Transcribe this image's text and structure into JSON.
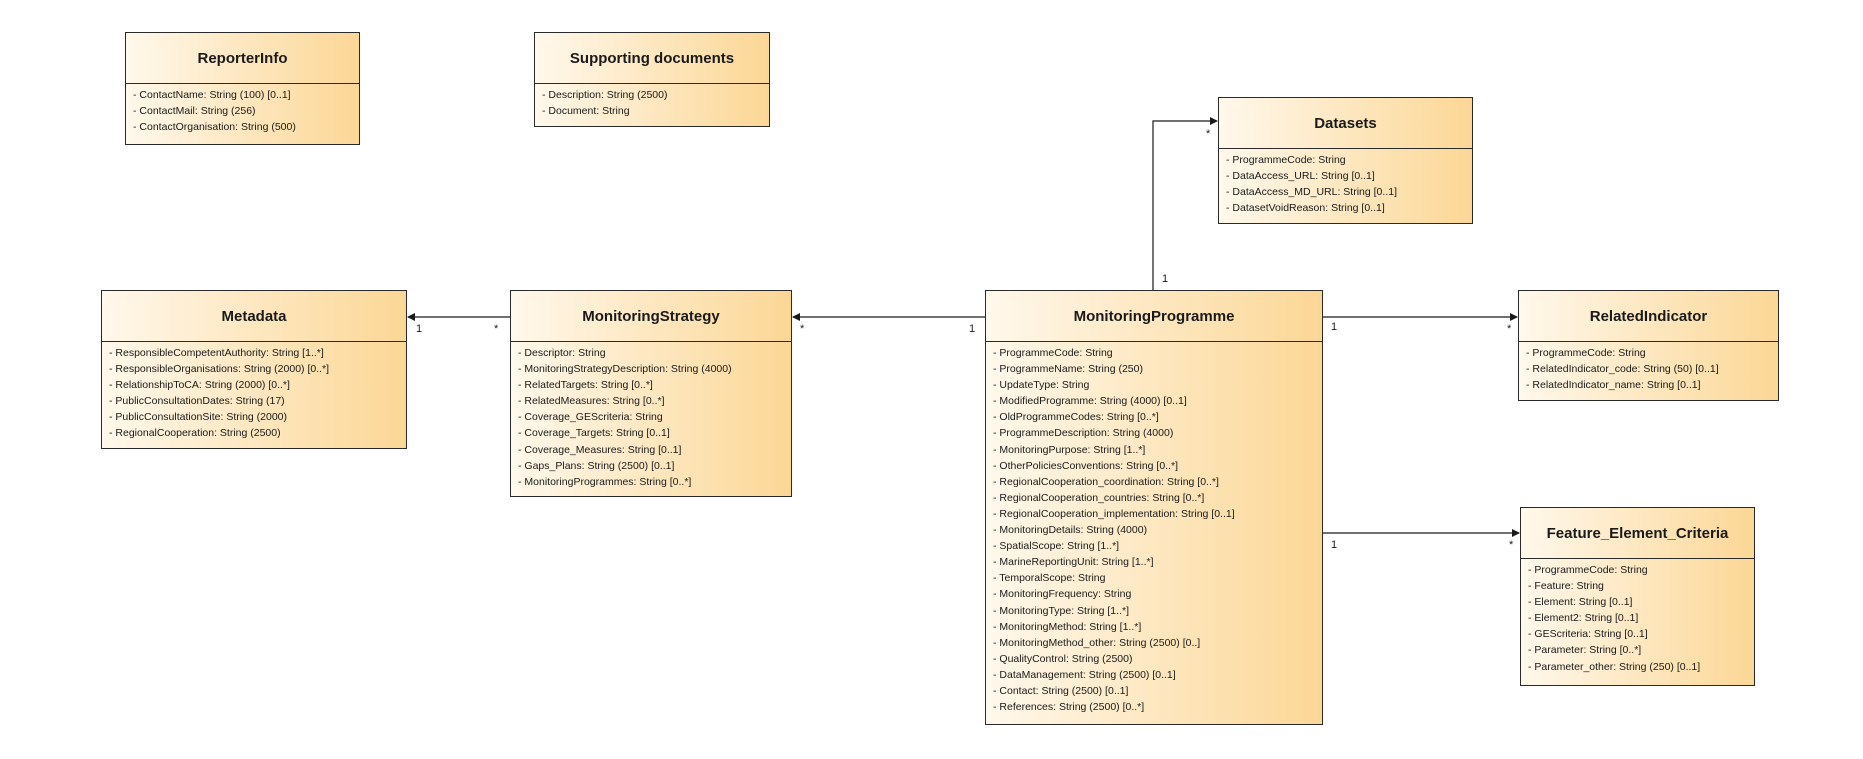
{
  "classes": {
    "reporter_info": {
      "name": "ReporterInfo",
      "attributes": [
        "ContactName: String (100) [0..1]",
        "ContactMail: String (256)",
        "ContactOrganisation: String (500)"
      ]
    },
    "supporting_documents": {
      "name": "Supporting documents",
      "attributes": [
        "Description: String (2500)",
        "Document: String"
      ]
    },
    "datasets": {
      "name": "Datasets",
      "attributes": [
        "ProgrammeCode: String",
        "DataAccess_URL: String [0..1]",
        "DataAccess_MD_URL: String [0..1]",
        "DatasetVoidReason: String [0..1]"
      ]
    },
    "metadata": {
      "name": "Metadata",
      "attributes": [
        "ResponsibleCompetentAuthority: String [1..*]",
        "ResponsibleOrganisations: String (2000) [0..*]",
        "RelationshipToCA: String (2000) [0..*]",
        "PublicConsultationDates: String (17)",
        "PublicConsultationSite: String (2000)",
        "RegionalCooperation: String (2500)"
      ]
    },
    "monitoring_strategy": {
      "name": "MonitoringStrategy",
      "attributes": [
        "Descriptor: String",
        "MonitoringStrategyDescription: String (4000)",
        "RelatedTargets: String [0..*]",
        "RelatedMeasures: String [0..*]",
        "Coverage_GEScriteria: String",
        "Coverage_Targets: String [0..1]",
        "Coverage_Measures: String [0..1]",
        "Gaps_Plans: String (2500) [0..1]",
        "MonitoringProgrammes: String [0..*]"
      ]
    },
    "monitoring_programme": {
      "name": "MonitoringProgramme",
      "attributes": [
        "ProgrammeCode: String",
        "ProgrammeName: String (250)",
        "UpdateType: String",
        "ModifiedProgramme: String (4000) [0..1]",
        "OldProgrammeCodes: String [0..*]",
        "ProgrammeDescription: String (4000)",
        "MonitoringPurpose: String [1..*]",
        "OtherPoliciesConventions: String [0..*]",
        "RegionalCooperation_coordination: String [0..*]",
        "RegionalCooperation_countries: String [0..*]",
        "RegionalCooperation_implementation: String [0..1]",
        "MonitoringDetails: String (4000)",
        "SpatialScope: String [1..*]",
        "MarineReportingUnit: String [1..*]",
        "TemporalScope: String",
        "MonitoringFrequency: String",
        "MonitoringType: String [1..*]",
        "MonitoringMethod: String [1..*]",
        "MonitoringMethod_other: String (2500) [0..]",
        "QualityControl: String (2500)",
        "DataManagement: String (2500) [0..1]",
        "Contact: String (2500) [0..1]",
        "References: String (2500) [0..*]"
      ]
    },
    "related_indicator": {
      "name": "RelatedIndicator",
      "attributes": [
        "ProgrammeCode: String",
        "RelatedIndicator_code: String (50) [0..1]",
        "RelatedIndicator_name: String [0..1]"
      ]
    },
    "feature_element_criteria": {
      "name": "Feature_Element_Criteria",
      "attributes": [
        "ProgrammeCode: String",
        "Feature: String",
        "Element: String [0..1]",
        "Element2: String [0..1]",
        "GEScriteria: String [0..1]",
        "Parameter: String [0..*]",
        "Parameter_other: String (250) [0..1]"
      ]
    }
  },
  "multiplicities": {
    "metadata_one": "1",
    "strategy_to_metadata_many": "*",
    "strategy_many": "*",
    "programme_to_strategy_one": "1",
    "datasets_many": "*",
    "programme_to_datasets_one": "1",
    "programme_to_indicator_one": "1",
    "indicator_many": "*",
    "programme_to_feature_one": "1",
    "feature_many": "*"
  }
}
